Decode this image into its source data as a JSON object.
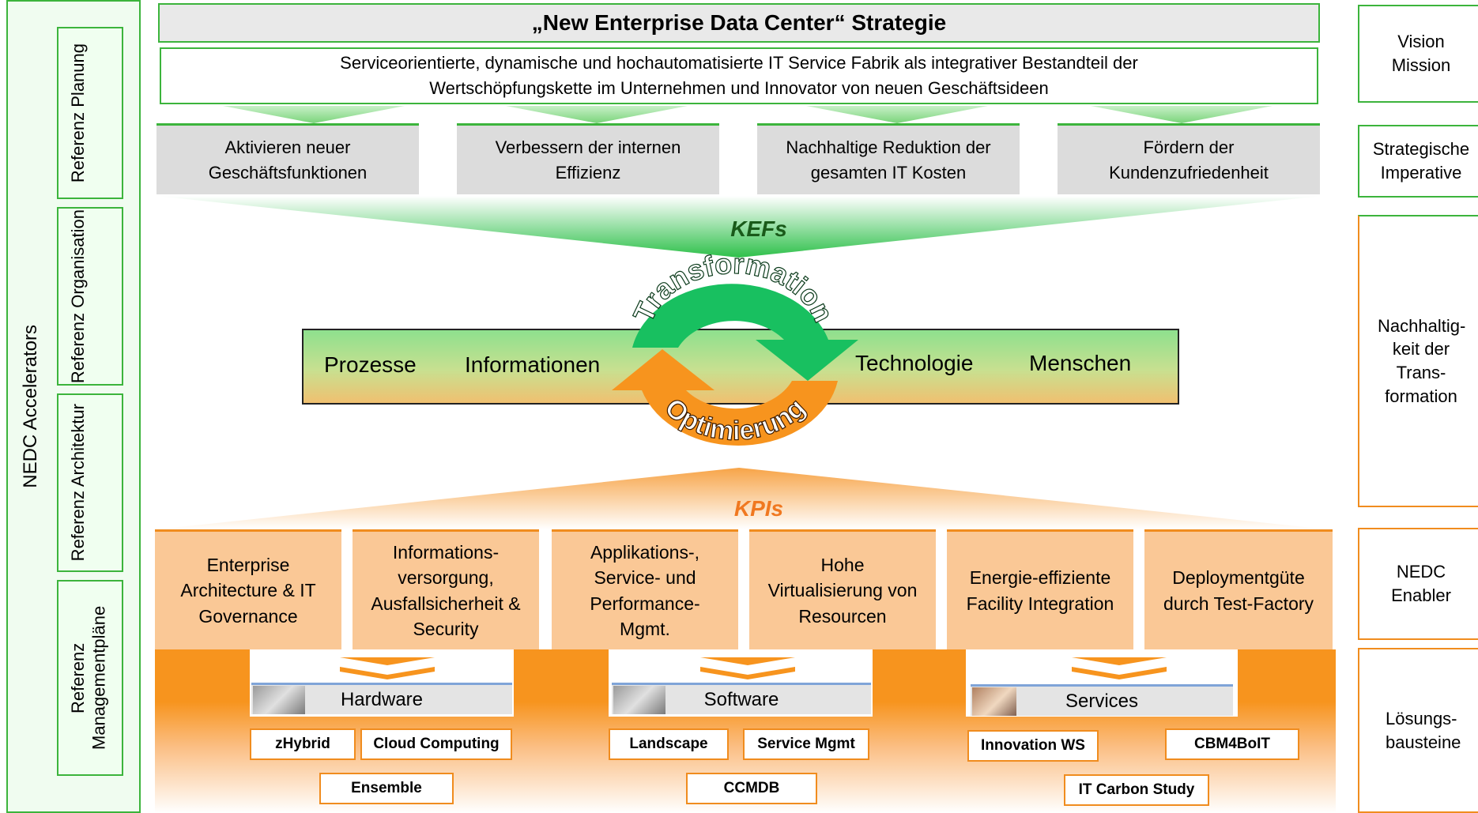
{
  "left_panel": {
    "accelerators": "NEDC Accelerators",
    "references": [
      "Referenz Planung",
      "Referenz Organisation",
      "Referenz Architektur",
      "Referenz Managementpläne"
    ]
  },
  "right_panel": [
    "Vision Mission",
    "Strategische Imperative",
    "Nachhaltig-keit der Trans-formation",
    "NEDC Enabler",
    "Lösungs-bausteine"
  ],
  "strategy": {
    "title": "„New Enterprise Data Center“ Strategie",
    "vision_line1": "Serviceorientierte, dynamische und hochautomatisierte IT Service Fabrik als integrativer Bestandteil der",
    "vision_line2": "Wertschöpfungskette im Unternehmen und Innovator von neuen Geschäftsideen"
  },
  "imperatives": [
    {
      "l1": "Aktivieren neuer",
      "l2": "Geschäftsfunktionen"
    },
    {
      "l1": "Verbessern der internen",
      "l2": "Effizienz"
    },
    {
      "l1": "Nachhaltige Reduktion der",
      "l2": "gesamten IT Kosten"
    },
    {
      "l1": "Fördern der",
      "l2": "Kundenzufriedenheit"
    }
  ],
  "kefs": "KEFs",
  "kpis": "KPIs",
  "cycle": {
    "transformation": "Transformation",
    "optimierung": "Optimierung",
    "labels": [
      "Prozesse",
      "Informationen",
      "Technologie",
      "Menschen"
    ]
  },
  "enablers": [
    [
      "Enterprise",
      "Architecture & IT",
      "Governance"
    ],
    [
      "Informations-",
      "versorgung,",
      "Ausfallsicherheit &",
      "Security"
    ],
    [
      "Applikations-,",
      "Service- und",
      "Performance-",
      "Mgmt."
    ],
    [
      "Hohe",
      "Virtualisierung von",
      "Resourcen"
    ],
    [
      "Energie-effiziente",
      "Facility Integration"
    ],
    [
      "Deploymentgüte",
      "durch Test-Factory"
    ]
  ],
  "categories": [
    "Hardware",
    "Software",
    "Services"
  ],
  "building_blocks": [
    "zHybrid",
    "Cloud Computing",
    "Ensemble",
    "Landscape",
    "Service Mgmt",
    "CCMDB",
    "Innovation WS",
    "CBM4BoIT",
    "IT Carbon Study"
  ],
  "colors": {
    "green": "#3cb43c",
    "orange": "#f7941e",
    "light_orange": "#fac896",
    "grey": "#dcdcdc"
  }
}
